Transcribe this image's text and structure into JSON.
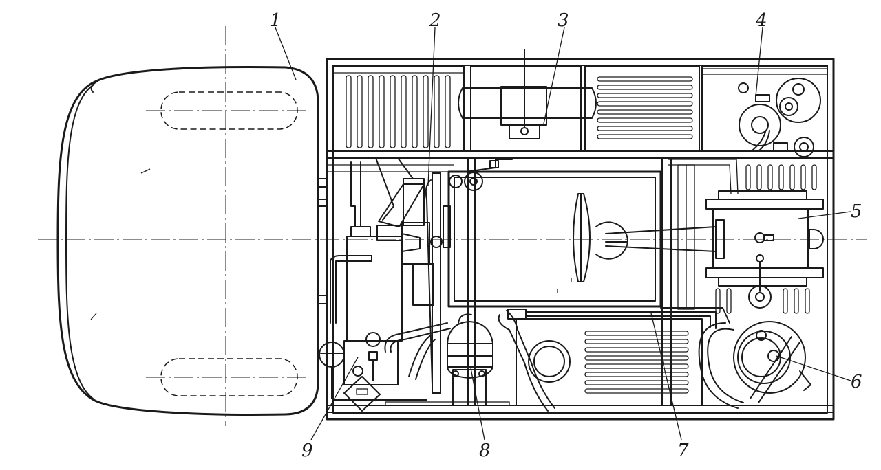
{
  "diagram": {
    "callouts": [
      {
        "label": "1"
      },
      {
        "label": "2"
      },
      {
        "label": "3"
      },
      {
        "label": "4"
      },
      {
        "label": "5"
      },
      {
        "label": "6"
      },
      {
        "label": "7"
      },
      {
        "label": "8"
      },
      {
        "label": "9"
      }
    ]
  },
  "colors": {
    "ink": "#1a1a1a",
    "paper": "#ffffff"
  }
}
